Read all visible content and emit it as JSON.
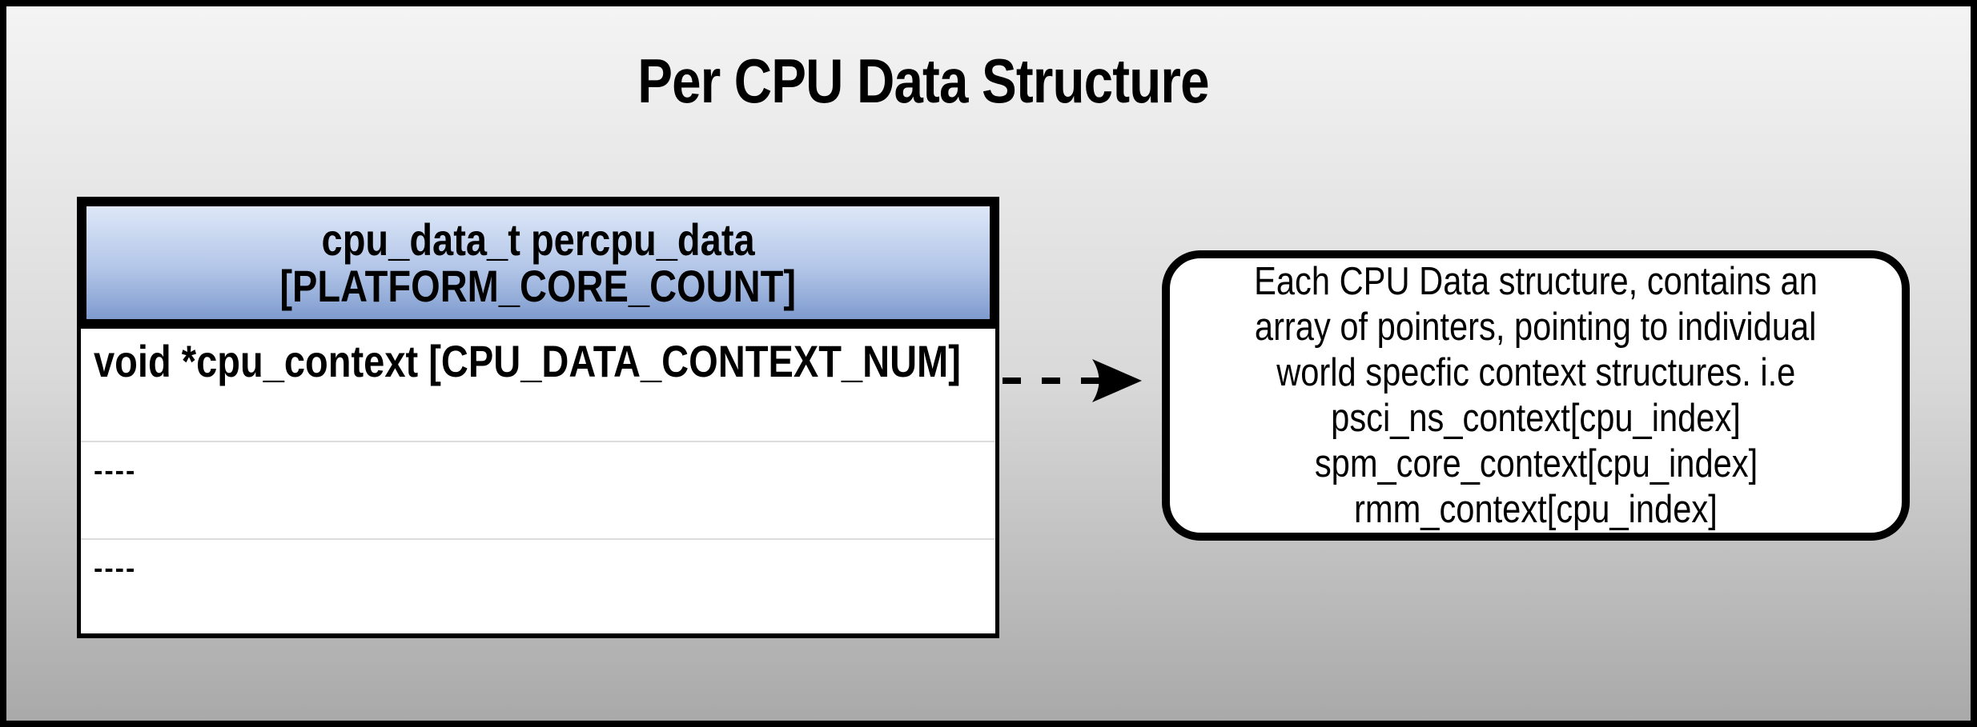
{
  "title": "Per CPU Data Structure",
  "table": {
    "header_line1": "cpu_data_t percpu_data",
    "header_line2": "[PLATFORM_CORE_COUNT]",
    "rows": [
      "void *cpu_context [CPU_DATA_CONTEXT_NUM]",
      "----",
      "----"
    ]
  },
  "callout": {
    "lines": [
      "Each CPU Data structure, contains an",
      "array of pointers, pointing to individual",
      "world specfic context structures. i.e",
      "psci_ns_context[cpu_index]",
      "spm_core_context[cpu_index]",
      "rmm_context[cpu_index]"
    ]
  },
  "arrow": {
    "icon": "dashed-right-arrow",
    "from": "cpu-data-table",
    "to": "annotation-callout"
  },
  "colors": {
    "outline": "#000000",
    "background_top": "#f4f4f4",
    "background_bottom": "#a9a9a9",
    "header_gradient_top": "#dde7f7",
    "header_gradient_bottom": "#7e9bce",
    "box_fill": "#ffffff",
    "row_divider": "#dcdcdc",
    "text": "#000000"
  }
}
